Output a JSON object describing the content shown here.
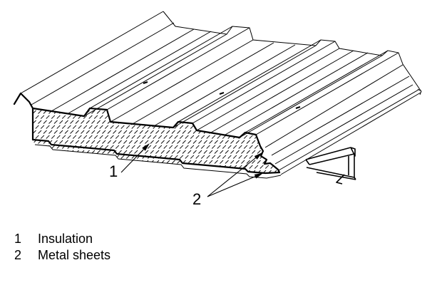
{
  "figure": {
    "alt": "Cutaway axonometric drawing of an insulated double-skin trapezoidal metal roof panel over a Z-purlin",
    "callouts": [
      {
        "number": "1",
        "target": "insulation"
      },
      {
        "number": "2",
        "target": "metal-sheets"
      }
    ]
  },
  "legend": {
    "items": [
      {
        "number": "1",
        "label": "Insulation"
      },
      {
        "number": "2",
        "label": "Metal sheets"
      }
    ]
  },
  "colors": {
    "line": "#000000",
    "background": "#ffffff"
  }
}
